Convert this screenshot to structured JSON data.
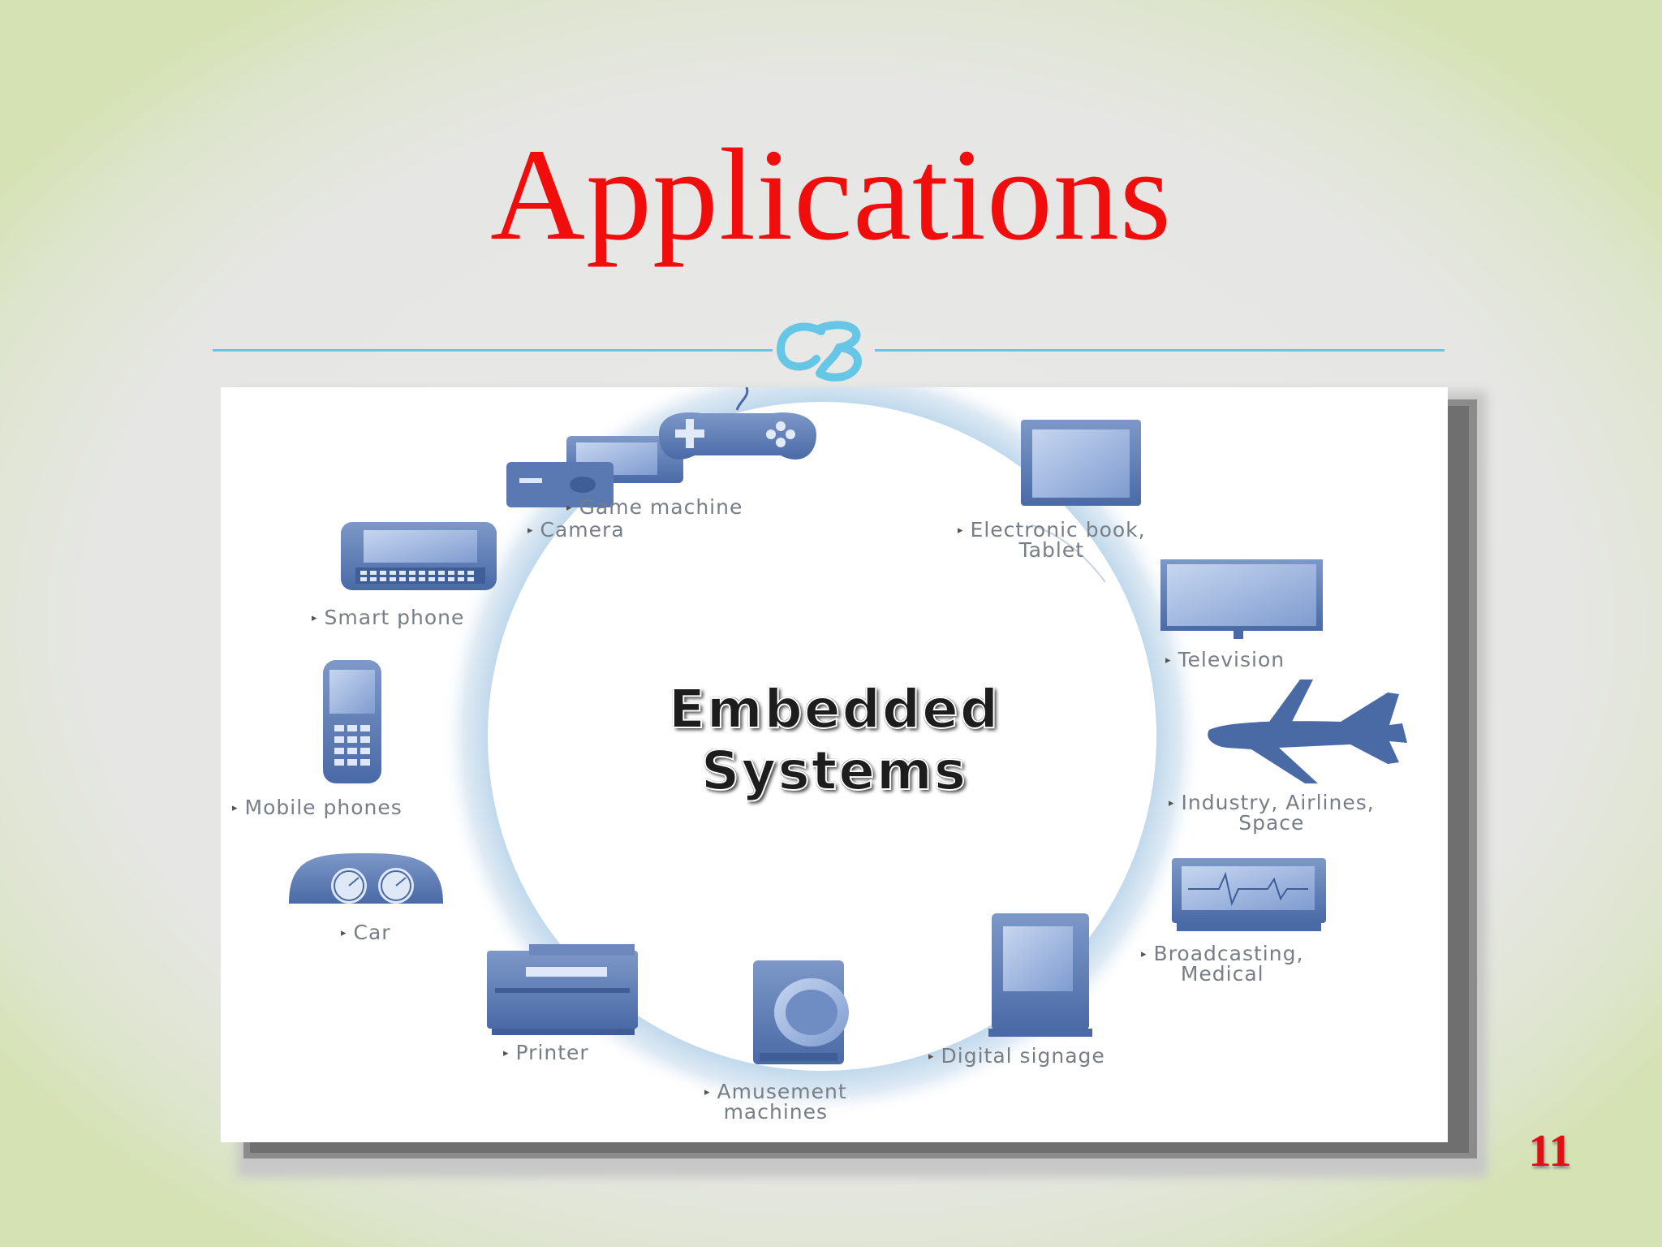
{
  "slide": {
    "title": "Applications",
    "ornament_glyph": "ςΒ",
    "page_number": "11"
  },
  "diagram": {
    "center_line_1": "Embedded",
    "center_line_2": "Systems",
    "items": [
      {
        "icon": "game-controller-icon",
        "label": "Game machine"
      },
      {
        "icon": "tablet-icon",
        "label_1": "Electronic book,",
        "label_2": "Tablet"
      },
      {
        "icon": "television-icon",
        "label": "Television"
      },
      {
        "icon": "airplane-icon",
        "label_1": "Industry, Airlines,",
        "label_2": "Space"
      },
      {
        "icon": "medical-monitor-icon",
        "label_1": "Broadcasting,",
        "label_2": "Medical"
      },
      {
        "icon": "digital-signage-icon",
        "label": "Digital signage"
      },
      {
        "icon": "arcade-machine-icon",
        "label_1": "Amusement",
        "label_2": "machines"
      },
      {
        "icon": "printer-icon",
        "label": "Printer"
      },
      {
        "icon": "car-dashboard-icon",
        "label": "Car"
      },
      {
        "icon": "mobile-phone-icon",
        "label": "Mobile phones"
      },
      {
        "icon": "smart-phone-icon",
        "label": "Smart phone"
      },
      {
        "icon": "camera-icon",
        "label": "Camera"
      }
    ]
  }
}
